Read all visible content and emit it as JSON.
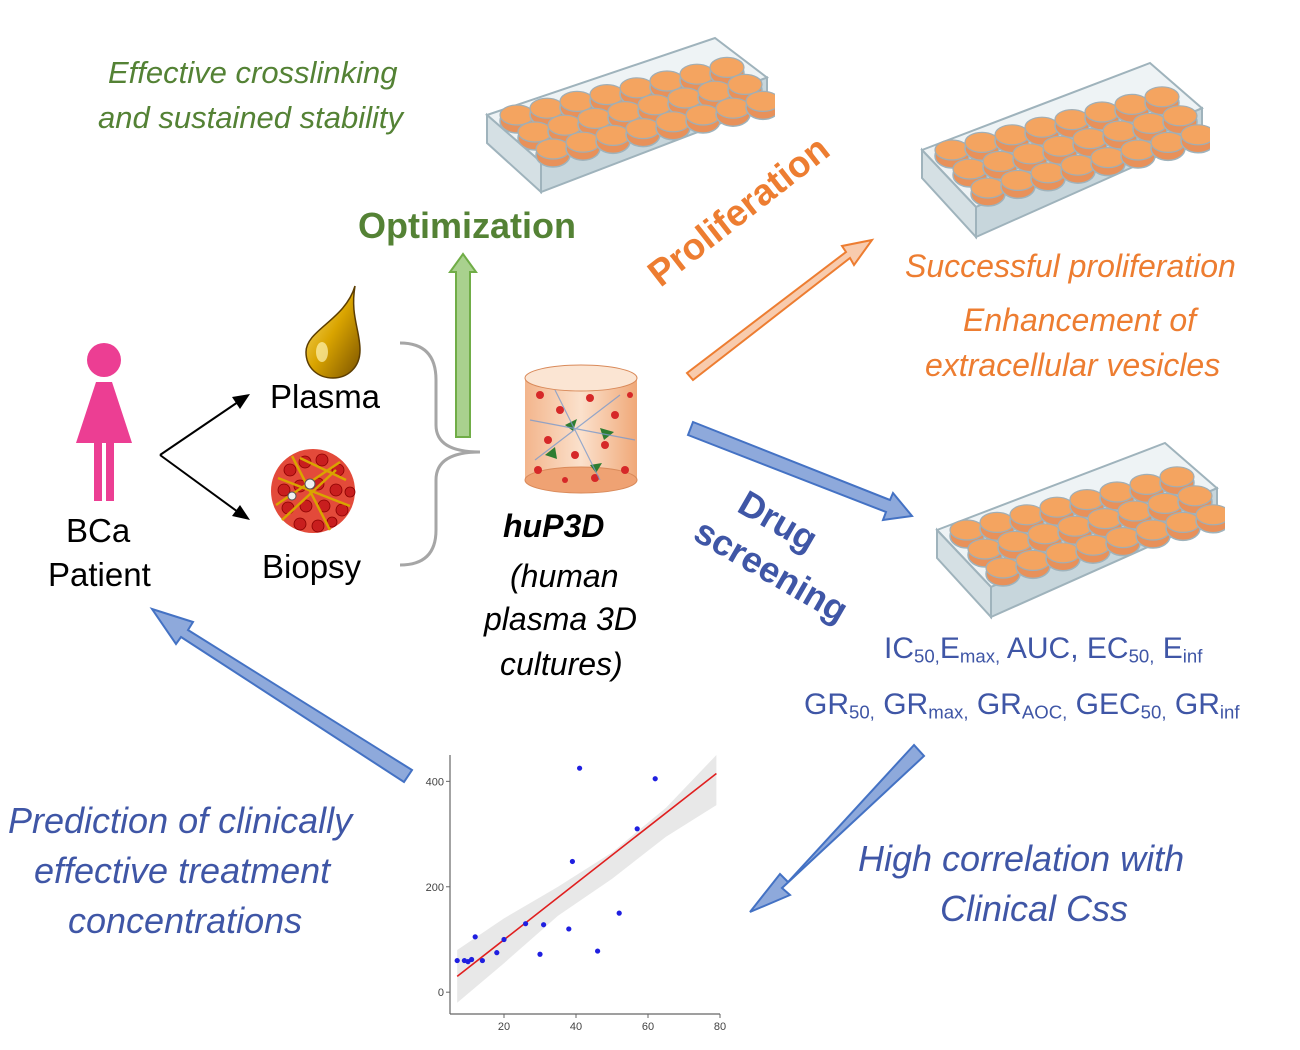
{
  "colors": {
    "green": "#548235",
    "orange": "#ED7D31",
    "blue": "#3F56A6",
    "pink": "#EC3E93",
    "plate": "#F4A460"
  },
  "top_left": {
    "line1": "Effective crosslinking",
    "line2": "and sustained stability"
  },
  "optimization_label": "Optimization",
  "proliferation_label": "Proliferation",
  "proliferation_result": {
    "line1": "Successful proliferation",
    "line2": "Enhancement of",
    "line3": "extracellular vesicles"
  },
  "patient": {
    "line1": "BCa",
    "line2": "Patient",
    "icon": "female-person-icon"
  },
  "plasma_label": "Plasma",
  "biopsy_label": "Biopsy",
  "hup3d": {
    "title": "huP3D",
    "line1": "(human",
    "line2": "plasma 3D",
    "line3": "cultures)"
  },
  "drug_screening": {
    "line1": "Drug",
    "line2": "screening"
  },
  "metrics_row1": [
    {
      "base": "IC",
      "sub": "50,"
    },
    {
      "base": "E",
      "sub": "max,"
    },
    {
      "base": " AUC, ",
      "sub": ""
    },
    {
      "base": "EC",
      "sub": "50,"
    },
    {
      "base": " E",
      "sub": "inf"
    }
  ],
  "metrics_row2": [
    {
      "base": "GR",
      "sub": "50,"
    },
    {
      "base": " GR",
      "sub": "max,"
    },
    {
      "base": " GR",
      "sub": "AOC,"
    },
    {
      "base": " GEC",
      "sub": "50,"
    },
    {
      "base": " GR",
      "sub": "inf"
    }
  ],
  "correlation": {
    "line1": "High correlation with",
    "line2": "Clinical Css"
  },
  "prediction": {
    "line1": "Prediction of clinically",
    "line2": "effective treatment",
    "line3": "concentrations"
  },
  "chart_data": {
    "type": "scatter",
    "x_ticks": [
      "20",
      "40",
      "60",
      "80"
    ],
    "y_ticks": [
      "0",
      "200",
      "400"
    ],
    "xlim": [
      5,
      80
    ],
    "ylim": [
      -30,
      450
    ],
    "points": [
      [
        7,
        60
      ],
      [
        9,
        60
      ],
      [
        10,
        58
      ],
      [
        11,
        62
      ],
      [
        12,
        105
      ],
      [
        14,
        60
      ],
      [
        18,
        75
      ],
      [
        20,
        100
      ],
      [
        26,
        130
      ],
      [
        30,
        72
      ],
      [
        31,
        128
      ],
      [
        38,
        120
      ],
      [
        39,
        248
      ],
      [
        41,
        425
      ],
      [
        46,
        78
      ],
      [
        52,
        150
      ],
      [
        57,
        310
      ],
      [
        62,
        405
      ]
    ],
    "fit": {
      "x1": 7,
      "y1": 30,
      "x2": 79,
      "y2": 415
    },
    "confidence_band": {
      "lower": [
        [
          7,
          -20
        ],
        [
          20,
          55
        ],
        [
          35,
          145
        ],
        [
          50,
          215
        ],
        [
          65,
          295
        ],
        [
          79,
          355
        ]
      ],
      "upper": [
        [
          7,
          80
        ],
        [
          20,
          140
        ],
        [
          35,
          200
        ],
        [
          50,
          265
        ],
        [
          65,
          350
        ],
        [
          79,
          450
        ]
      ]
    },
    "grid": false,
    "point_color": "#1F1FE0",
    "line_color": "#E01F1F"
  }
}
